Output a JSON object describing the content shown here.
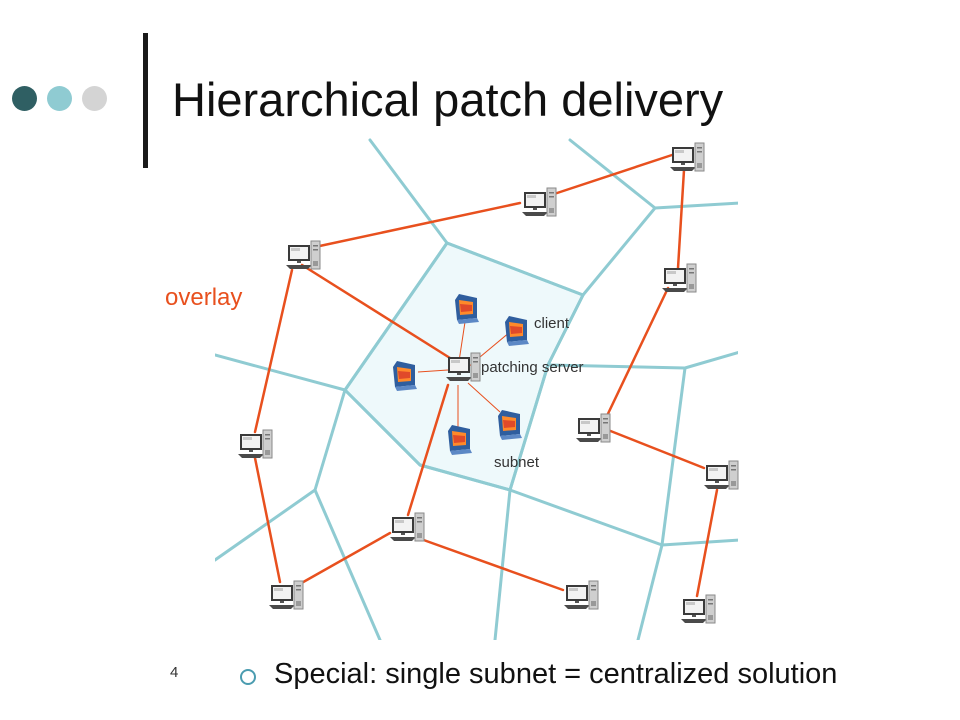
{
  "slide": {
    "title": "Hierarchical patch delivery",
    "page_number": "4",
    "bullet": "Special: single subnet = centralized solution"
  },
  "diagram": {
    "overlay_label": "overlay",
    "client_label": "client",
    "patching_server_label": "patching server",
    "subnet_label": "subnet"
  },
  "colors": {
    "dot_dark": "#2f5f63",
    "dot_teal": "#8fcbd2",
    "dot_gray": "#d4d4d4",
    "voronoi": "#8fcbd2",
    "overlay": "#e8501e",
    "subnet_fill": "#eef9fb",
    "accent": "#4b9cb0"
  }
}
